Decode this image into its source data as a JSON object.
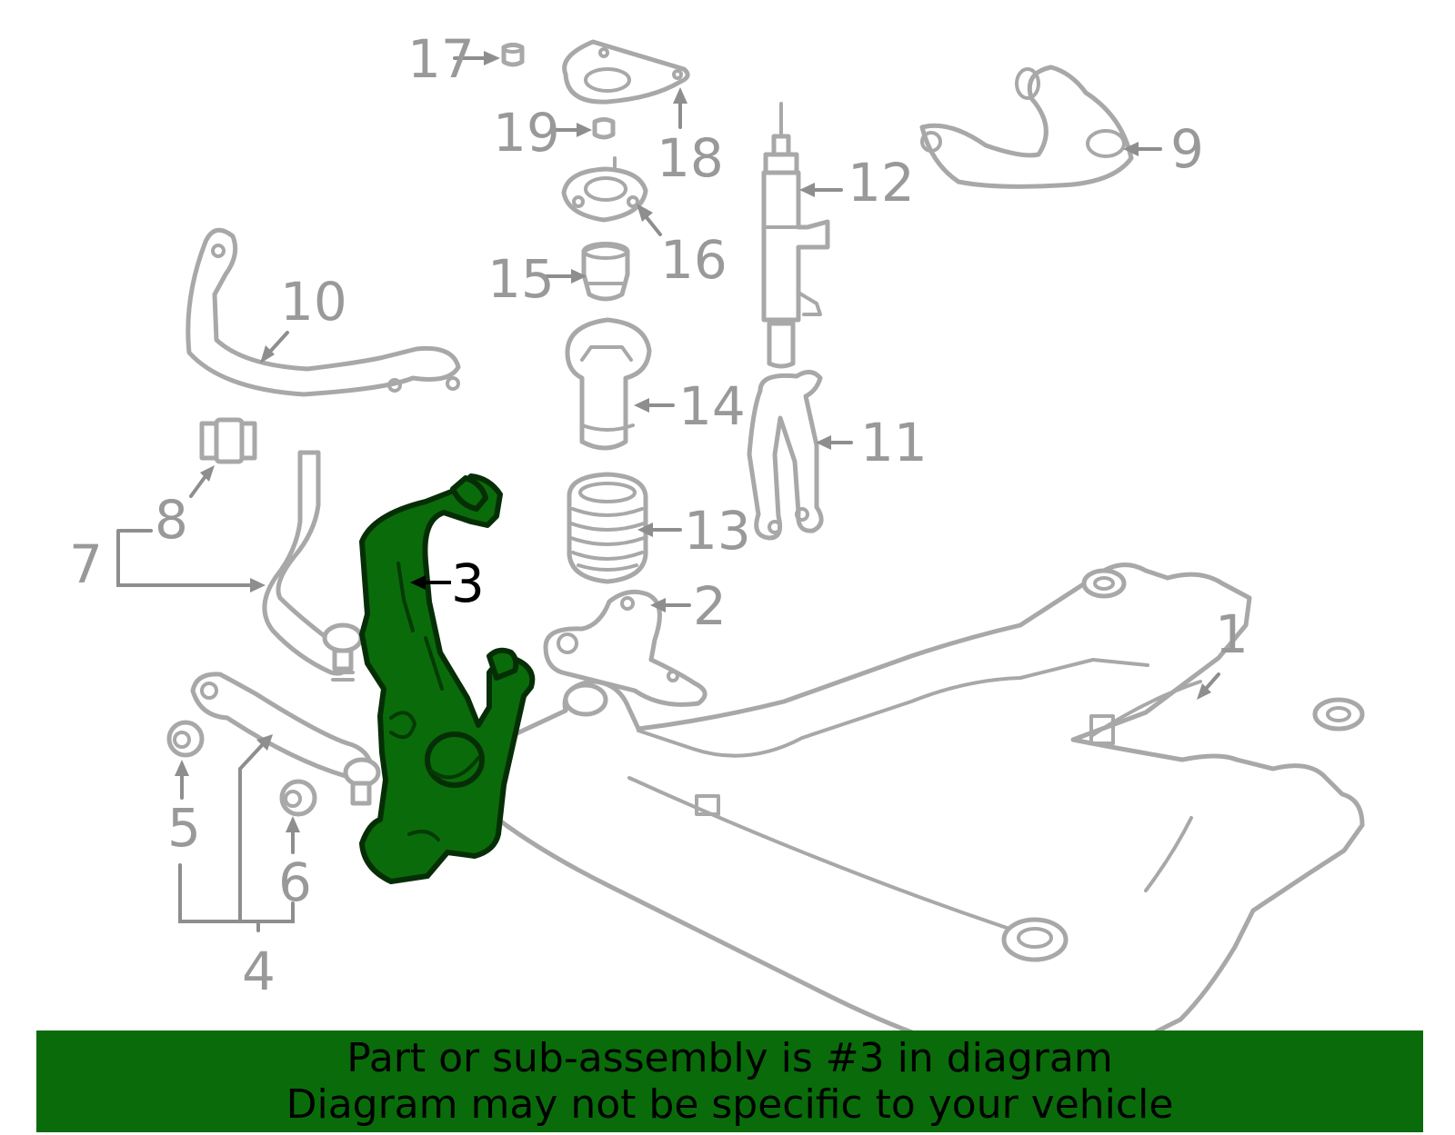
{
  "diagram": {
    "highlighted_part": "3",
    "highlight_color": "#0a6b0a",
    "callouts": [
      {
        "id": "1",
        "label": "1"
      },
      {
        "id": "2",
        "label": "2"
      },
      {
        "id": "3",
        "label": "3"
      },
      {
        "id": "4",
        "label": "4"
      },
      {
        "id": "5",
        "label": "5"
      },
      {
        "id": "6",
        "label": "6"
      },
      {
        "id": "7",
        "label": "7"
      },
      {
        "id": "8",
        "label": "8"
      },
      {
        "id": "9",
        "label": "9"
      },
      {
        "id": "10",
        "label": "10"
      },
      {
        "id": "11",
        "label": "11"
      },
      {
        "id": "12",
        "label": "12"
      },
      {
        "id": "13",
        "label": "13"
      },
      {
        "id": "14",
        "label": "14"
      },
      {
        "id": "15",
        "label": "15"
      },
      {
        "id": "16",
        "label": "16"
      },
      {
        "id": "17",
        "label": "17"
      },
      {
        "id": "18",
        "label": "18"
      },
      {
        "id": "19",
        "label": "19"
      }
    ]
  },
  "banner": {
    "line1": "Part or sub-assembly is #3 in diagram",
    "line2": "Diagram may not be specific to your vehicle",
    "background": "#0a6b0a"
  }
}
